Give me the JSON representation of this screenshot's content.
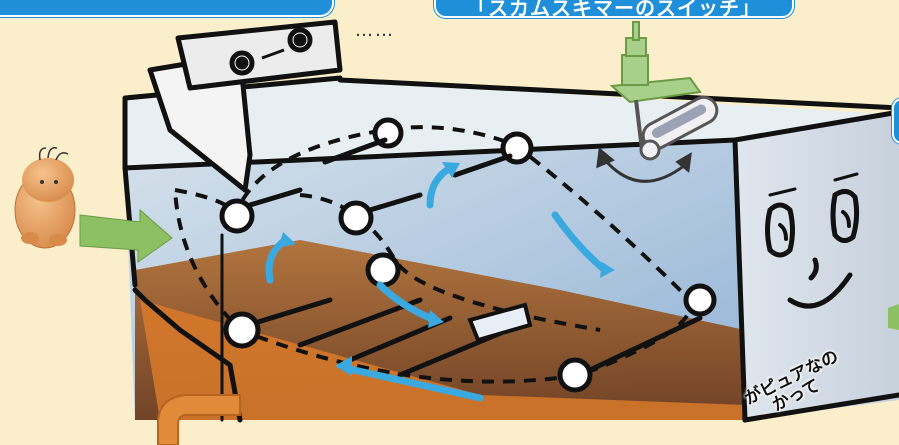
{
  "header_badge_center": "「スカムスキマーのスイッチ」",
  "ellipsis": "……",
  "diagonal_text": {
    "line1": "がピュアなの",
    "line2": "かって"
  },
  "colors": {
    "background": "#fbeecb",
    "badge_blue": "#1e8fd8",
    "arrow_blue": "#3aa9e0",
    "water_blue": "#a9c6e6",
    "sludge_brown": "#9a5420",
    "valve_green": "#a8d08a",
    "inflow_green": "#8cc063",
    "outline": "#111111"
  },
  "icons": [
    "baby-character-icon",
    "inflow-arrow-icon",
    "skimmer-switch-icon",
    "rotation-arrow-icon",
    "tank-face-icon",
    "outlet-pipe-icon"
  ]
}
